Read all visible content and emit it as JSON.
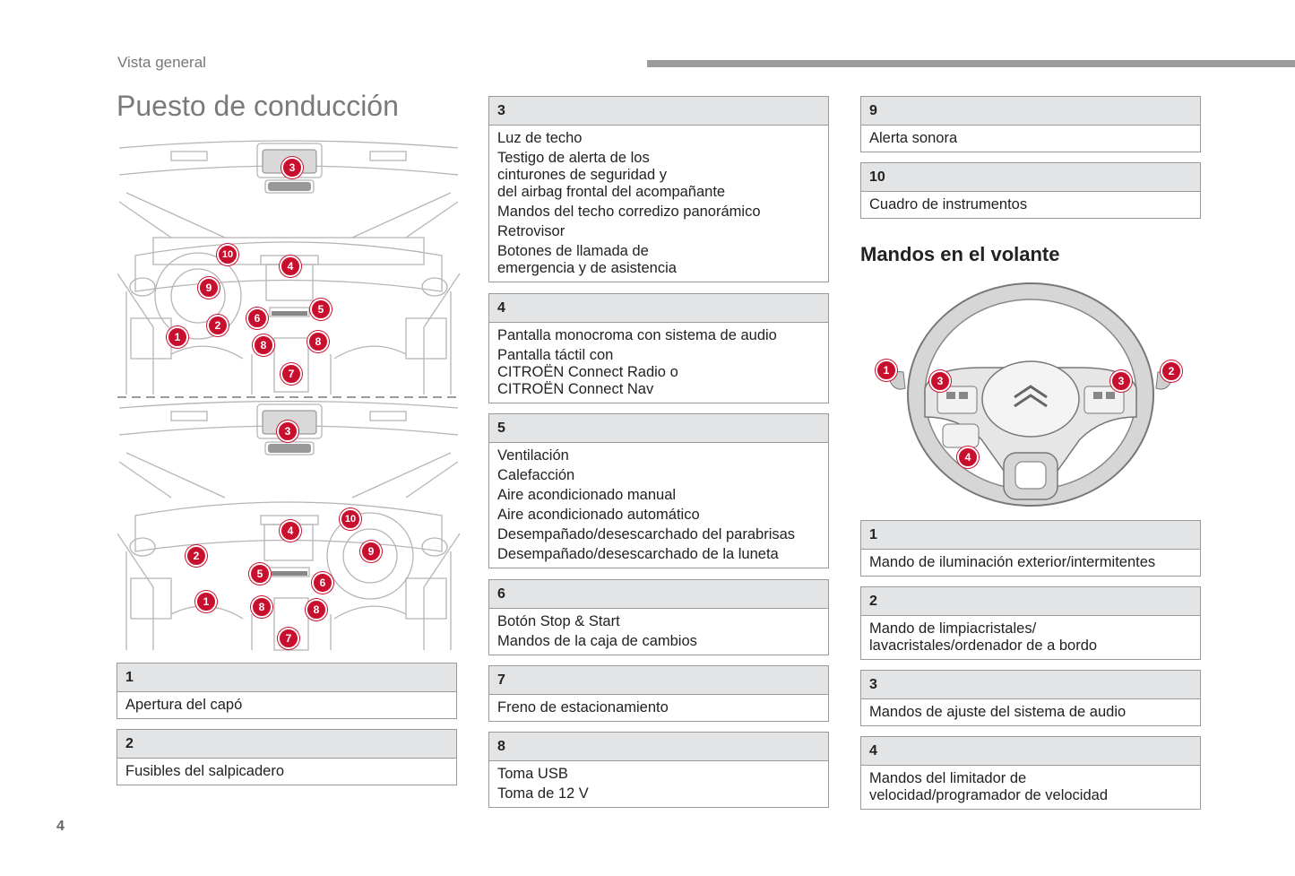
{
  "header": {
    "section": "Vista general"
  },
  "title": "Puesto de conducción",
  "page_number": "4",
  "subheading": "Mandos en el volante",
  "dashboard_markers": [
    "1",
    "2",
    "3",
    "4",
    "5",
    "6",
    "7",
    "8",
    "9",
    "10"
  ],
  "wheel_markers": [
    "1",
    "2",
    "3",
    "4"
  ],
  "dashboard_boxes": [
    {
      "num": "1",
      "items": [
        "Apertura del capó"
      ]
    },
    {
      "num": "2",
      "items": [
        "Fusibles del salpicadero"
      ]
    },
    {
      "num": "3",
      "items": [
        "Luz de techo",
        "Testigo de alerta de los\ncinturones de seguridad y\ndel airbag frontal del acompañante",
        "Mandos del techo corredizo panorámico",
        "Retrovisor",
        "Botones de llamada de\nemergencia y de asistencia"
      ]
    },
    {
      "num": "4",
      "items": [
        "Pantalla monocroma con sistema de audio",
        "Pantalla táctil con\nCITROËN Connect Radio o\nCITROËN Connect Nav"
      ]
    },
    {
      "num": "5",
      "items": [
        "Ventilación",
        "Calefacción",
        "Aire acondicionado manual",
        "Aire acondicionado automático",
        "Desempañado/desescarchado del parabrisas",
        "Desempañado/desescarchado de la luneta"
      ]
    },
    {
      "num": "6",
      "items": [
        "Botón Stop & Start",
        "Mandos de la caja de cambios"
      ]
    },
    {
      "num": "7",
      "items": [
        "Freno de estacionamiento"
      ]
    },
    {
      "num": "8",
      "items": [
        "Toma USB",
        "Toma de 12 V"
      ]
    },
    {
      "num": "9",
      "items": [
        "Alerta sonora"
      ]
    },
    {
      "num": "10",
      "items": [
        "Cuadro de instrumentos"
      ]
    }
  ],
  "wheel_boxes": [
    {
      "num": "1",
      "items": [
        "Mando de iluminación exterior/intermitentes"
      ]
    },
    {
      "num": "2",
      "items": [
        "Mando de limpiacristales/\nlavacristales/ordenador de a bordo"
      ]
    },
    {
      "num": "3",
      "items": [
        "Mandos de ajuste del sistema de audio"
      ]
    },
    {
      "num": "4",
      "items": [
        "Mandos del limitador de\nvelocidad/programador de velocidad"
      ]
    }
  ]
}
